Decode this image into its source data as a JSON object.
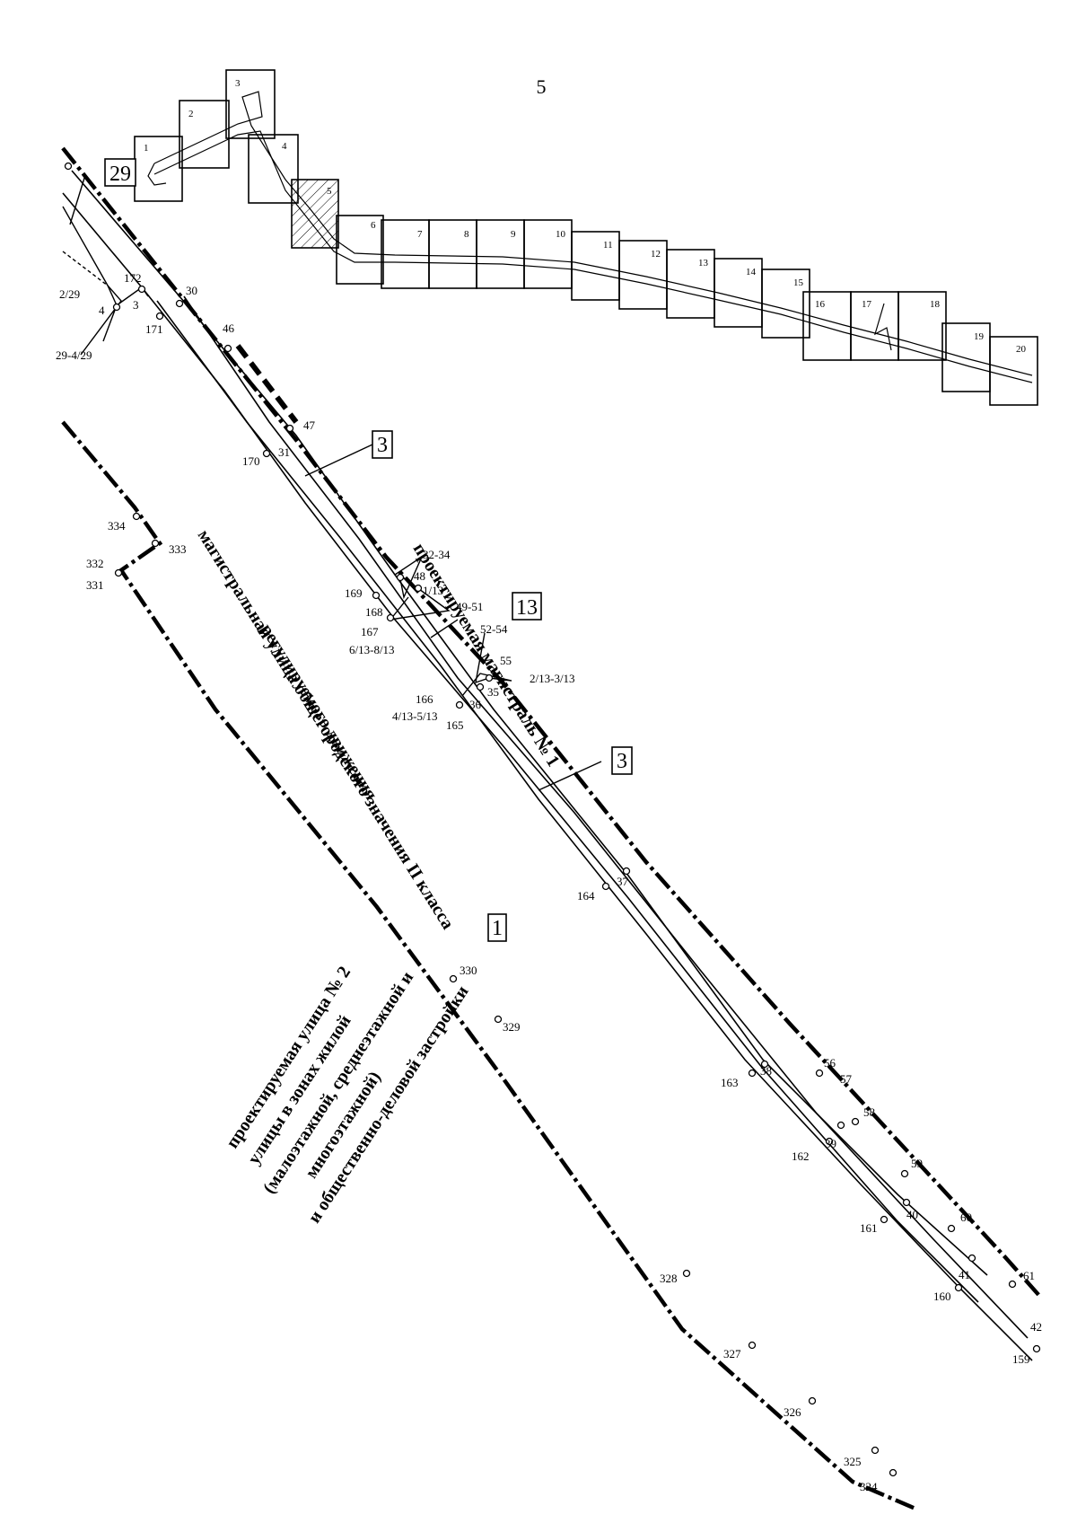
{
  "page_number": "5",
  "index_sheets": [
    "1",
    "2",
    "3",
    "4",
    "5",
    "6",
    "7",
    "8",
    "9",
    "10",
    "11",
    "12",
    "13",
    "14",
    "15",
    "16",
    "17",
    "18",
    "19",
    "20"
  ],
  "callouts": {
    "c29": "29",
    "c3a": "3",
    "c13": "13",
    "c3b": "3",
    "c1": "1"
  },
  "street_labels": {
    "main_road": [
      "проектируемая магистраль № 1",
      "магистральная улица общегородского значения II класса",
      "регулируемого движения"
    ],
    "street2": [
      "проектируемая улица № 2",
      "улицы в зонах жилой",
      "(малоэтажной, среднеэтажной и",
      "многоэтажной)",
      "и общественно-деловой застройки"
    ]
  },
  "point_labels": {
    "p30": "30",
    "p46": "46",
    "p47": "47",
    "p31": "31",
    "p170": "170",
    "p171": "171",
    "p172": "172",
    "p3": "3",
    "p4": "4",
    "p2_29": "2/29",
    "p29_4_29": "29-4/29",
    "p32_34": "32-34",
    "p48": "48",
    "p1_13": "1/13",
    "p169": "169",
    "p168": "168",
    "p167": "167",
    "p6_13_8_13": "6/13-8/13",
    "p49_51": "49-51",
    "p52_54": "52-54",
    "p55": "55",
    "p2_13_3_13": "2/13-3/13",
    "p35": "35",
    "p36": "36",
    "p166": "166",
    "p4_13_5_13": "4/13-5/13",
    "p165": "165",
    "p164": "164",
    "p37": "37",
    "p163": "163",
    "p38": "38",
    "p56": "56",
    "p57": "57",
    "p58": "58",
    "p162": "162",
    "p39": "39",
    "p59": "59",
    "p161": "161",
    "p40": "40",
    "p60": "60",
    "p160": "160",
    "p41": "41",
    "p61": "61",
    "p42": "42",
    "p159": "159",
    "p334": "334",
    "p333": "333",
    "p332": "332",
    "p331": "331",
    "p330": "330",
    "p329": "329",
    "p328": "328",
    "p327": "327",
    "p326": "326",
    "p325": "325",
    "p324": "324"
  }
}
